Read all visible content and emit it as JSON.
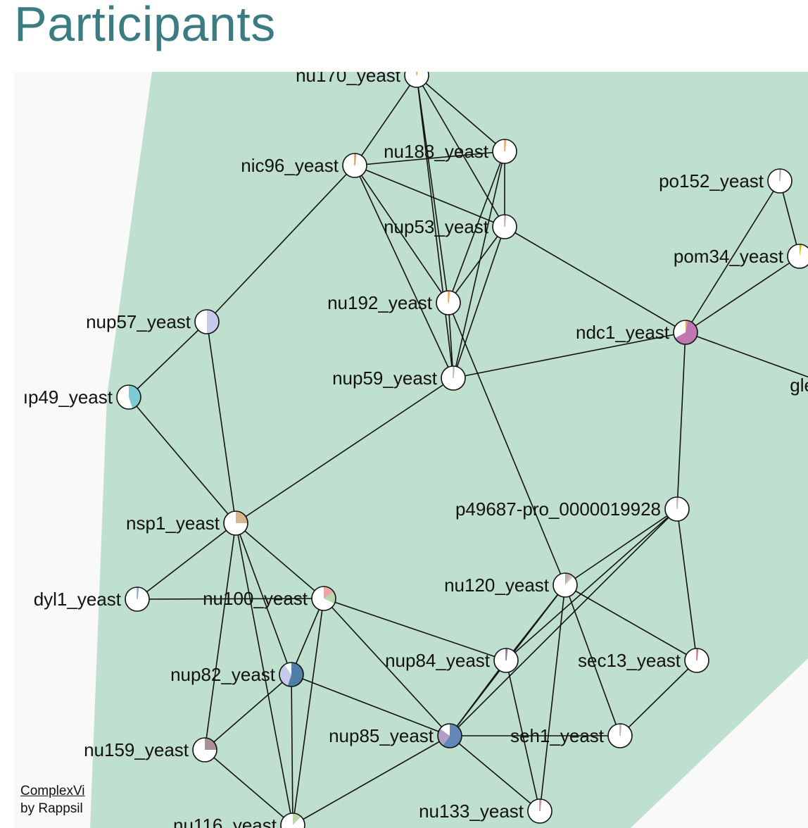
{
  "header": {
    "title": "Participants"
  },
  "footer": {
    "link_text": "ComplexVi",
    "byline": "by Rappsil"
  },
  "colors": {
    "title": "#3b7c80",
    "hull": "#c0e0cf",
    "background": "#f9f9f9",
    "edge": "#111111"
  },
  "nodes": [
    {
      "id": "nu170",
      "label": "nu170_yeast",
      "segments": [
        {
          "f": 0.015,
          "c": "#f2a65a"
        }
      ]
    },
    {
      "id": "nu188",
      "label": "nu188_yeast",
      "segments": [
        {
          "f": 0.015,
          "c": "#e0a86e"
        }
      ]
    },
    {
      "id": "nic96",
      "label": "nic96_yeast",
      "segments": [
        {
          "f": 0.015,
          "c": "#d4a05a"
        }
      ]
    },
    {
      "id": "po152",
      "label": "po152_yeast",
      "segments": [
        {
          "f": 0.012,
          "c": "#b0b0b0"
        }
      ]
    },
    {
      "id": "nup53",
      "label": "nup53_yeast",
      "segments": [
        {
          "f": 0.012,
          "c": "#c9a6a0"
        }
      ]
    },
    {
      "id": "pom34",
      "label": "pom34_yeast",
      "segments": [
        {
          "f": 0.03,
          "c": "#c8c000"
        }
      ]
    },
    {
      "id": "nu192",
      "label": "nu192_yeast",
      "segments": [
        {
          "f": 0.015,
          "c": "#f2a65a"
        }
      ]
    },
    {
      "id": "nup57",
      "label": "nup57_yeast",
      "segments": [
        {
          "f": 0.5,
          "c": "#c6cbe9"
        }
      ]
    },
    {
      "id": "ndc1",
      "label": "ndc1_yeast",
      "segments": [
        {
          "f": 0.03,
          "c": "#e8a85a"
        },
        {
          "f": 0.64,
          "c": "#c277b2"
        }
      ]
    },
    {
      "id": "nup59",
      "label": "nup59_yeast",
      "segments": [
        {
          "f": 0.012,
          "c": "#b8b8b8"
        }
      ]
    },
    {
      "id": "gle",
      "label": "gle",
      "segments": []
    },
    {
      "id": "nup49",
      "label": "ıp49_yeast",
      "segments": [
        {
          "f": 0.45,
          "c": "#7ec9d6"
        }
      ]
    },
    {
      "id": "p49687",
      "label": "p49687-pro_0000019928",
      "segments": [
        {
          "f": 0.012,
          "c": "#b8b8b8"
        }
      ]
    },
    {
      "id": "nsp1",
      "label": "nsp1_yeast",
      "segments": [
        {
          "f": 0.25,
          "c": "#d6b78e"
        }
      ]
    },
    {
      "id": "nu120",
      "label": "nu120_yeast",
      "segments": [
        {
          "f": 0.03,
          "c": "#8cc48a"
        },
        {
          "f": 0.05,
          "c": "#d3a2c7"
        },
        {
          "f": 0.04,
          "c": "#b8d8a8"
        }
      ]
    },
    {
      "id": "dyl1",
      "label": "dyl1_yeast",
      "segments": [
        {
          "f": 0.015,
          "c": "#8aaed8"
        }
      ]
    },
    {
      "id": "nu100",
      "label": "nu100_yeast",
      "segments": [
        {
          "f": 0.16,
          "c": "#e8a8a8"
        },
        {
          "f": 0.16,
          "c": "#b8d8a8"
        }
      ]
    },
    {
      "id": "nup84",
      "label": "nup84_yeast",
      "segments": [
        {
          "f": 0.015,
          "c": "#8c6aa8"
        }
      ]
    },
    {
      "id": "sec13",
      "label": "sec13_yeast",
      "segments": [
        {
          "f": 0.015,
          "c": "#c87888"
        }
      ]
    },
    {
      "id": "nup82",
      "label": "nup82_yeast",
      "segments": [
        {
          "f": 0.55,
          "c": "#4f7ea6"
        },
        {
          "f": 0.35,
          "c": "#c6cbe9"
        }
      ]
    },
    {
      "id": "nup85",
      "label": "nup85_yeast",
      "segments": [
        {
          "f": 0.6,
          "c": "#6388b8"
        },
        {
          "f": 0.25,
          "c": "#b49ccb"
        }
      ]
    },
    {
      "id": "seh1",
      "label": "seh1_yeast",
      "segments": [
        {
          "f": 0.012,
          "c": "#b0b0b0"
        }
      ]
    },
    {
      "id": "nu159",
      "label": "nu159_yeast",
      "segments": [
        {
          "f": 0.25,
          "c": "#a89094"
        }
      ]
    },
    {
      "id": "nu133",
      "label": "nu133_yeast",
      "segments": [
        {
          "f": 0.015,
          "c": "#c889a8"
        }
      ]
    },
    {
      "id": "nu116",
      "label": "nu116_yeast",
      "segments": [
        {
          "f": 0.12,
          "c": "#b8d8a8"
        }
      ]
    }
  ],
  "edges": [
    [
      "nu170",
      "nic96"
    ],
    [
      "nu170",
      "nu188"
    ],
    [
      "nu170",
      "nup53"
    ],
    [
      "nu170",
      "nu192"
    ],
    [
      "nu170",
      "nup59"
    ],
    [
      "nic96",
      "nu188"
    ],
    [
      "nic96",
      "nup53"
    ],
    [
      "nic96",
      "nu192"
    ],
    [
      "nic96",
      "nup59"
    ],
    [
      "nic96",
      "nup57"
    ],
    [
      "nu188",
      "nup53"
    ],
    [
      "nu188",
      "nu192"
    ],
    [
      "nu188",
      "nup59"
    ],
    [
      "nup53",
      "nu192"
    ],
    [
      "nup53",
      "nup59"
    ],
    [
      "nup53",
      "ndc1"
    ],
    [
      "nu192",
      "nup59"
    ],
    [
      "nu192",
      "nu120"
    ],
    [
      "nup57",
      "nup49"
    ],
    [
      "nup57",
      "nsp1"
    ],
    [
      "nup49",
      "nsp1"
    ],
    [
      "nup59",
      "ndc1"
    ],
    [
      "nup59",
      "nsp1"
    ],
    [
      "ndc1",
      "po152"
    ],
    [
      "ndc1",
      "pom34"
    ],
    [
      "ndc1",
      "gle"
    ],
    [
      "ndc1",
      "p49687"
    ],
    [
      "po152",
      "pom34"
    ],
    [
      "nsp1",
      "dyl1"
    ],
    [
      "nsp1",
      "nu100"
    ],
    [
      "nsp1",
      "nup82"
    ],
    [
      "nsp1",
      "nu159"
    ],
    [
      "nsp1",
      "nu116"
    ],
    [
      "dyl1",
      "nu100"
    ],
    [
      "nu100",
      "nup82"
    ],
    [
      "nu100",
      "nu116"
    ],
    [
      "nu100",
      "nup84"
    ],
    [
      "nu100",
      "nup85"
    ],
    [
      "p49687",
      "nu120"
    ],
    [
      "p49687",
      "nup84"
    ],
    [
      "p49687",
      "nup85"
    ],
    [
      "p49687",
      "sec13"
    ],
    [
      "nu120",
      "nup84"
    ],
    [
      "nu120",
      "nup85"
    ],
    [
      "nu120",
      "sec13"
    ],
    [
      "nu120",
      "seh1"
    ],
    [
      "nu120",
      "nu133"
    ],
    [
      "nup84",
      "nup85"
    ],
    [
      "nup84",
      "nu133"
    ],
    [
      "sec13",
      "seh1"
    ],
    [
      "nup82",
      "nup85"
    ],
    [
      "nup82",
      "nu159"
    ],
    [
      "nup82",
      "nu116"
    ],
    [
      "nup85",
      "seh1"
    ],
    [
      "nup85",
      "nu133"
    ],
    [
      "nup85",
      "nu116"
    ],
    [
      "nu159",
      "nu116"
    ]
  ]
}
